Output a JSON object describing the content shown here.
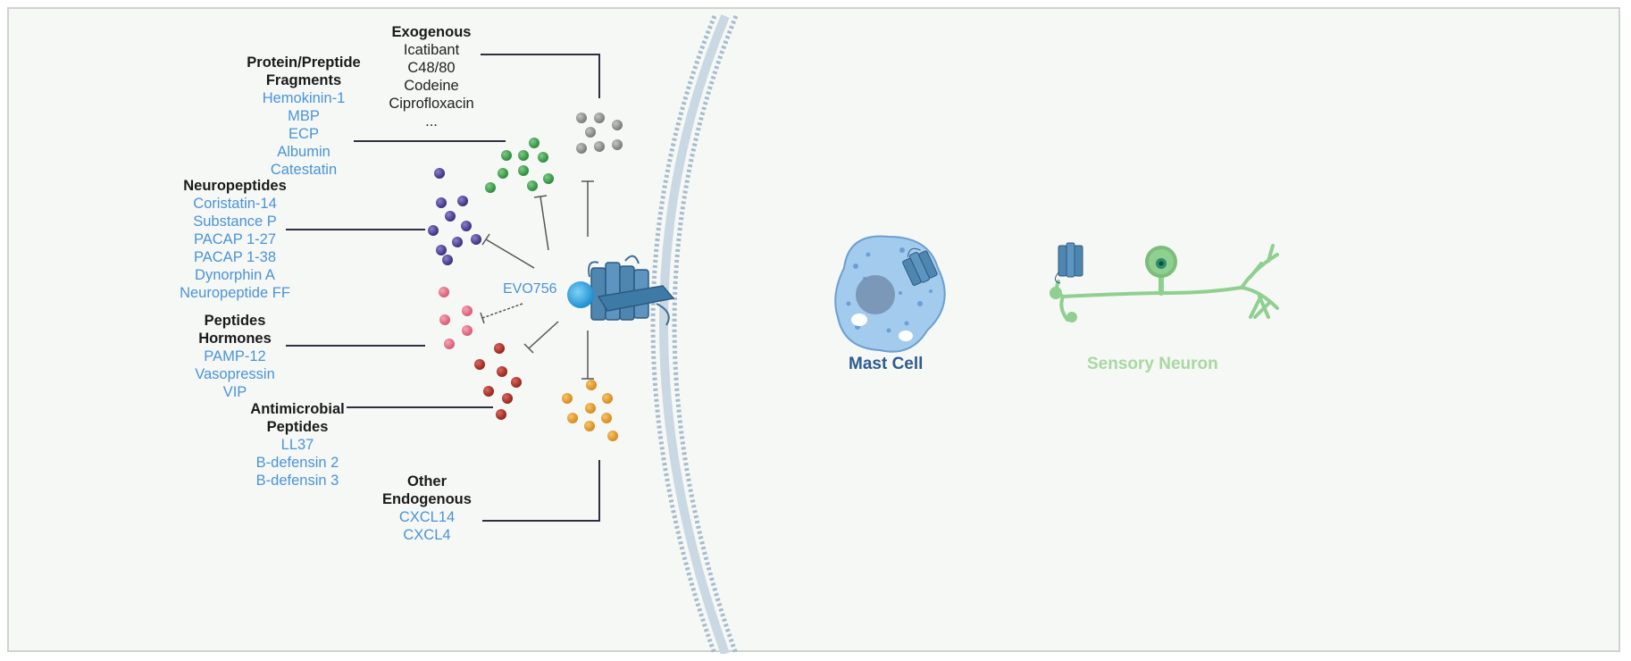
{
  "groups": {
    "exogenous": {
      "heading": [
        "Exogenous"
      ],
      "items": [
        "Icatibant",
        "C48/80",
        "Codeine",
        "Ciprofloxacin",
        "..."
      ]
    },
    "protein_fragments": {
      "heading": [
        "Protein/Preptide",
        "Fragments"
      ],
      "items": [
        "Hemokinin-1",
        "MBP",
        "ECP",
        "Albumin",
        "Catestatin"
      ]
    },
    "neuropeptides": {
      "heading": [
        "Neuropeptides"
      ],
      "items": [
        "Coristatin-14",
        "Substance P",
        "PACAP 1-27",
        "PACAP 1-38",
        "Dynorphin A",
        "Neuropeptide FF"
      ]
    },
    "peptide_hormones": {
      "heading": [
        "Peptides",
        "Hormones"
      ],
      "items": [
        "PAMP-12",
        "Vasopressin",
        "VIP"
      ]
    },
    "antimicrobial": {
      "heading": [
        "Antimicrobial",
        "Peptides"
      ],
      "items": [
        "LL37",
        "B-defensin 2",
        "B-defensin 3"
      ]
    },
    "other_endogenous": {
      "heading": [
        "Other",
        "Endogenous"
      ],
      "items": [
        "CXCL14",
        "CXCL4"
      ]
    }
  },
  "inhibitor_label": "EVO756",
  "mast_cell_label": "Mast Cell",
  "sensory_neuron_label": "Sensory Neuron",
  "colors": {
    "background": "#f6f8f6",
    "text_blue": "#4a93d8",
    "gray_ligand": "#8a8a8a",
    "green_ligand": "#3f9a4a",
    "purple_ligand": "#4b3f8f",
    "pink_ligand": "#e0748a",
    "red_ligand": "#a83028",
    "orange_ligand": "#e09a30",
    "receptor": "#4a7fa6",
    "membrane": "#9fb6c6",
    "mast_cell": "#9fc8ec",
    "neuron": "#8fcf8f",
    "mast_cell_label": "#2d5c8f",
    "neuron_label": "#a8d8a0"
  }
}
